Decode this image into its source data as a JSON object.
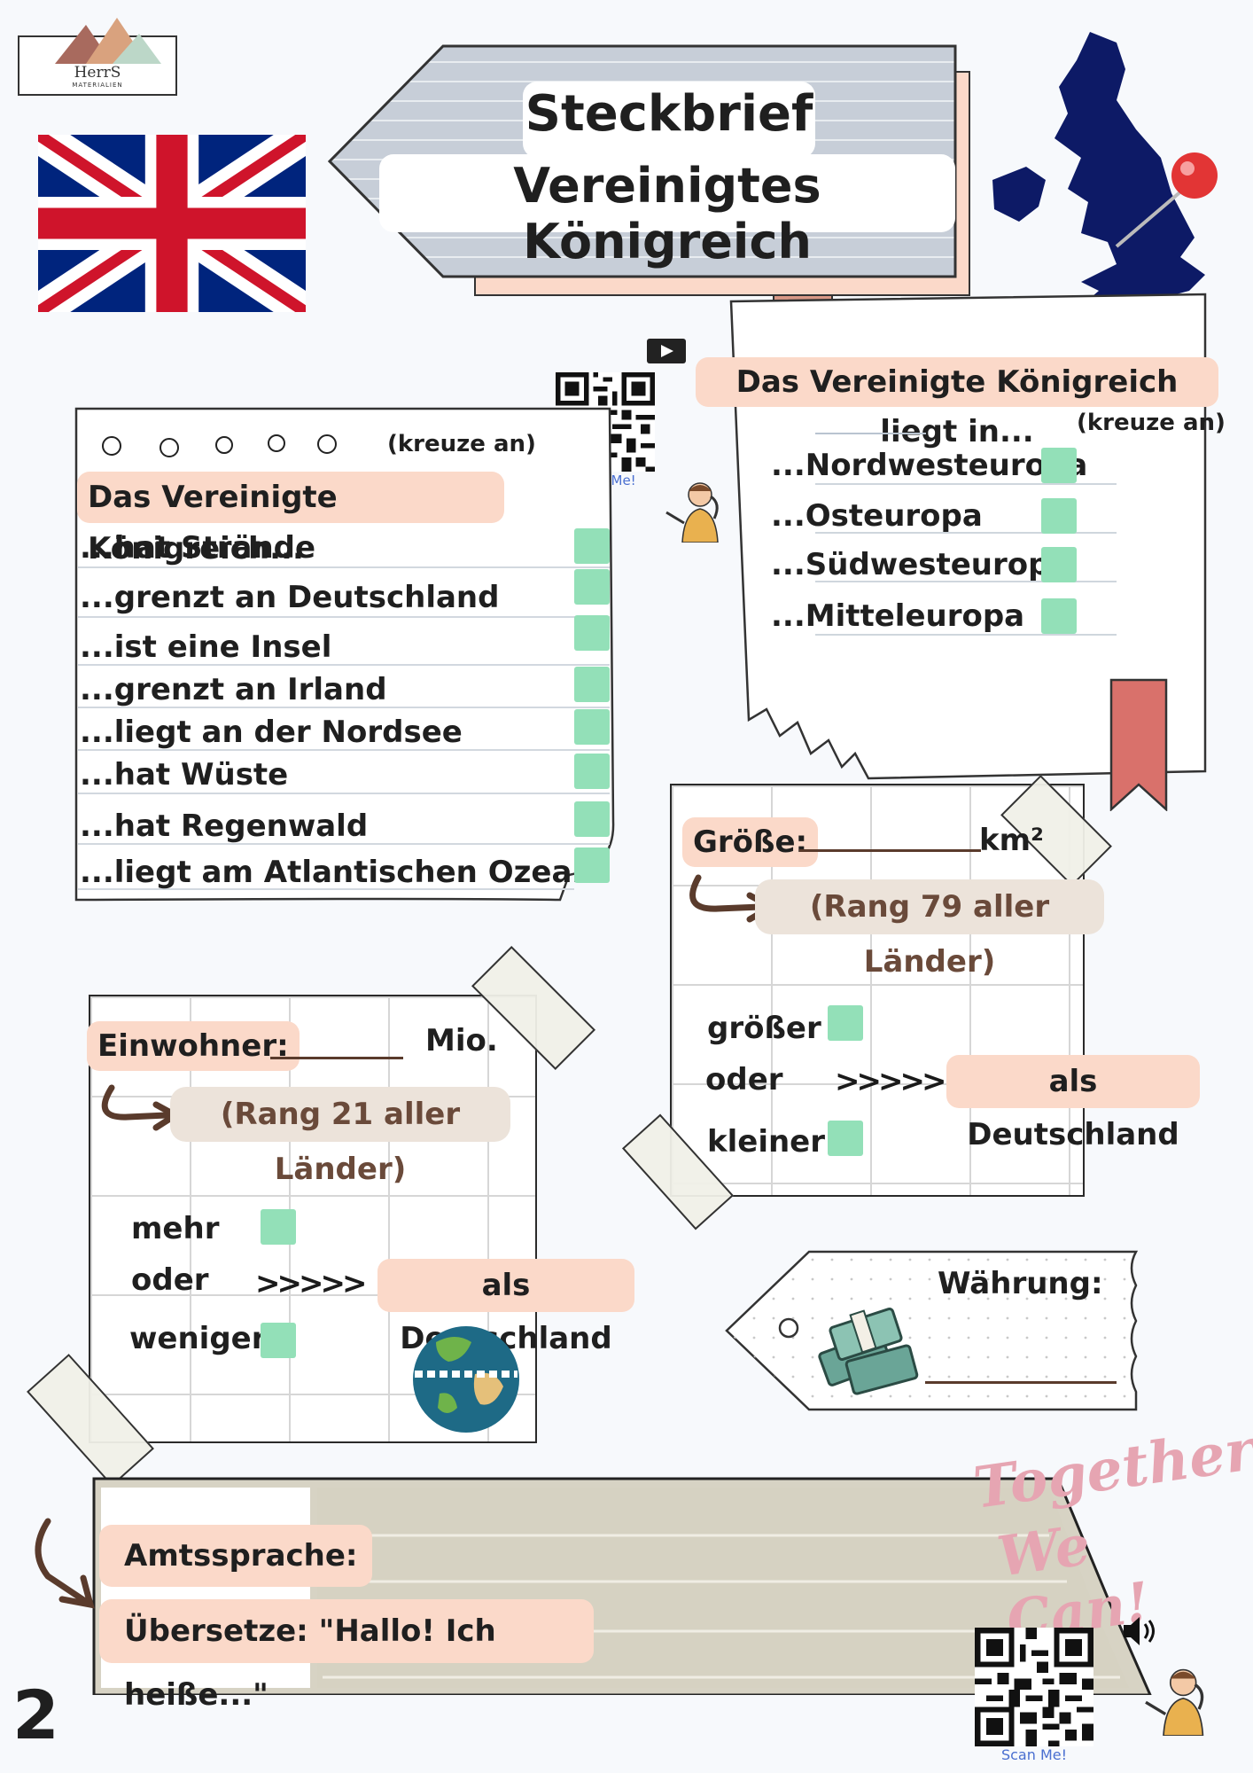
{
  "logo": {
    "text": "HerrS",
    "subtitle": "MATERIALIEN"
  },
  "title": {
    "line1": "Steckbrief",
    "line2": "Vereinigtes Königreich"
  },
  "location": {
    "heading": "Das Vereinigte Königreich liegt in...",
    "hint": "(kreuze an)",
    "options": [
      "...Nordwesteuropa",
      "...Osteuropa",
      "...Südwesteuropa",
      "...Mitteleuropa"
    ]
  },
  "qr_top": {
    "label": "Scan Me!"
  },
  "qr_bottom": {
    "label": "Scan Me!"
  },
  "facts": {
    "hint": "(kreuze an)",
    "heading": "Das Vereinigte Königreich...",
    "items": [
      "...hat Strände",
      "...grenzt an Deutschland",
      "...ist eine Insel",
      "...grenzt an Irland",
      "...liegt an der Nordsee",
      "...hat Wüste",
      "...hat Regenwald",
      "...liegt am Atlantischen Ozean"
    ]
  },
  "size": {
    "label": "Größe:",
    "unit": "km²",
    "rank": "(Rang 79 aller Länder)",
    "bigger": "größer",
    "or": "oder",
    "smaller": "kleiner",
    "arrows": ">>>>>",
    "compare": "als Deutschland"
  },
  "population": {
    "label": "Einwohner:",
    "unit": "Mio.",
    "rank": "(Rang 21 aller Länder)",
    "more": "mehr",
    "or": "oder",
    "less": "weniger",
    "arrows": ">>>>>",
    "compare": "als Deutschland"
  },
  "currency": {
    "label": "Währung:"
  },
  "language": {
    "label": "Amtssprache:",
    "translate": "Übersetze: \"Hallo! Ich heiße...\""
  },
  "together": {
    "line1": "Together",
    "line2": "We Can!"
  },
  "page_number": "2",
  "colors": {
    "checkbox": "#93e0b8",
    "peach": "#fbd9c9",
    "navy": "#0d1a66",
    "flag_red": "#cf142b",
    "flag_blue": "#00247d"
  }
}
